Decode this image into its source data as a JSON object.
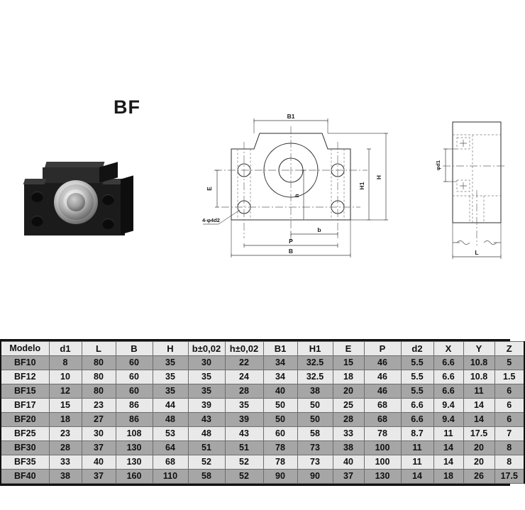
{
  "title": "BF",
  "product": {
    "name": "bf-bearing-support-block-photo"
  },
  "drawings": {
    "front_view": {
      "name": "front-view",
      "labels": {
        "b1": "B1",
        "h_big": "H",
        "h1": "H1",
        "h_small": "h",
        "e": "E",
        "b": "b",
        "p": "P",
        "b_width": "B",
        "holes": "4-φ4d2"
      }
    },
    "side_view": {
      "name": "side-view",
      "labels": {
        "d1": "φd1",
        "l": "L"
      }
    }
  },
  "table": {
    "name": "bf-dimensions-table",
    "headers": [
      "Modelo",
      "d1",
      "L",
      "B",
      "H",
      "b±0,02",
      "h±0,02",
      "B1",
      "H1",
      "E",
      "P",
      "d2",
      "X",
      "Y",
      "Z"
    ],
    "rows": [
      [
        "BF10",
        "8",
        "80",
        "60",
        "35",
        "30",
        "22",
        "34",
        "32.5",
        "15",
        "46",
        "5.5",
        "6.6",
        "10.8",
        "5"
      ],
      [
        "BF12",
        "10",
        "80",
        "60",
        "35",
        "35",
        "24",
        "34",
        "32.5",
        "18",
        "46",
        "5.5",
        "6.6",
        "10.8",
        "1.5"
      ],
      [
        "BF15",
        "12",
        "80",
        "60",
        "35",
        "35",
        "28",
        "40",
        "38",
        "20",
        "46",
        "5.5",
        "6.6",
        "11",
        "6"
      ],
      [
        "BF17",
        "15",
        "23",
        "86",
        "44",
        "39",
        "35",
        "50",
        "50",
        "25",
        "68",
        "6.6",
        "9.4",
        "14",
        "6"
      ],
      [
        "BF20",
        "18",
        "27",
        "86",
        "48",
        "43",
        "39",
        "50",
        "50",
        "28",
        "68",
        "6.6",
        "9.4",
        "14",
        "6"
      ],
      [
        "BF25",
        "23",
        "30",
        "108",
        "53",
        "48",
        "43",
        "60",
        "58",
        "33",
        "78",
        "8.7",
        "11",
        "17.5",
        "7"
      ],
      [
        "BF30",
        "28",
        "37",
        "130",
        "64",
        "51",
        "51",
        "78",
        "73",
        "38",
        "100",
        "11",
        "14",
        "20",
        "8"
      ],
      [
        "BF35",
        "33",
        "40",
        "130",
        "68",
        "52",
        "52",
        "78",
        "73",
        "40",
        "100",
        "11",
        "14",
        "20",
        "8"
      ],
      [
        "BF40",
        "38",
        "37",
        "160",
        "110",
        "58",
        "52",
        "90",
        "90",
        "37",
        "130",
        "14",
        "18",
        "26",
        "17.5"
      ]
    ]
  },
  "colors": {
    "row_dark": "#a6a6a6",
    "row_light": "#e9e9e9",
    "border": "#6d6d6d",
    "text": "#101010",
    "drawing_line": "#2a2a2a",
    "product_body": "#171717"
  }
}
